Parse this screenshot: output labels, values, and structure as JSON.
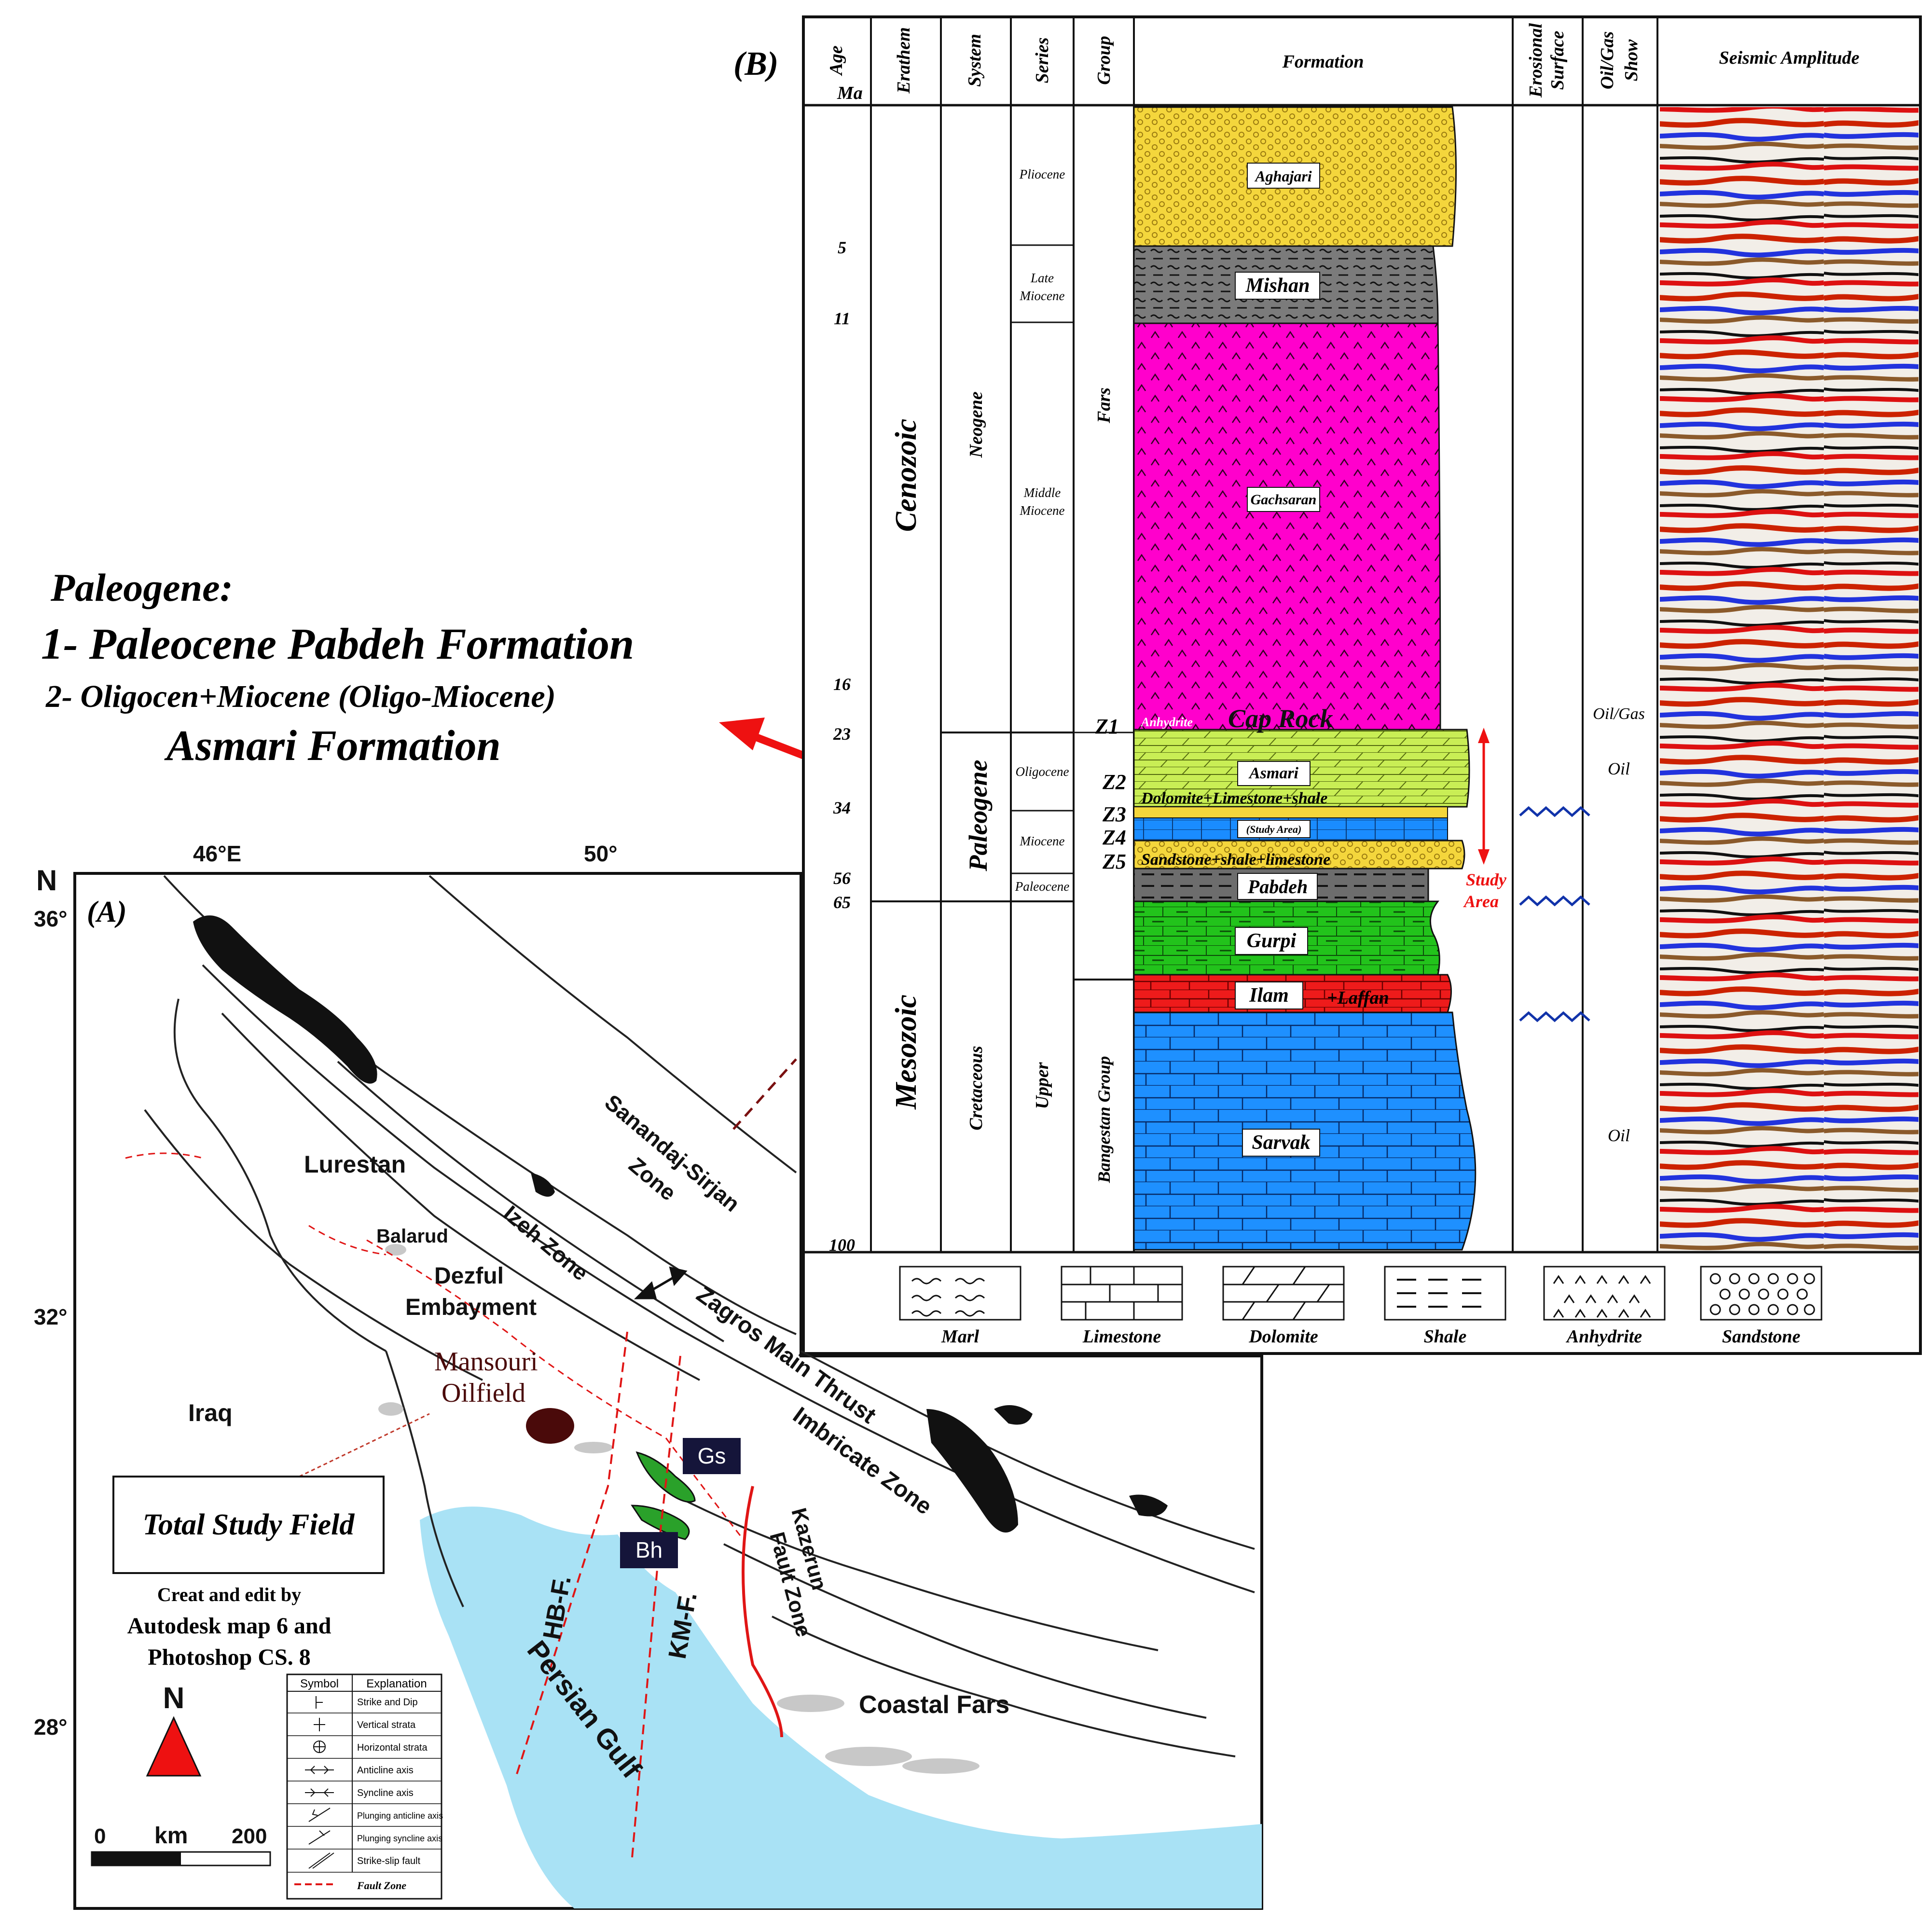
{
  "colors": {
    "aghajari": "#f4d63c",
    "mishan": "#7b7b7b",
    "gachsaran": "#ff00cc",
    "asmari": "#c9ee55",
    "study_blue": "#1a8cff",
    "pabdeh": "#6d6d6d",
    "gurpi": "#22c31b",
    "ilam": "#ee1b1b",
    "sarvak": "#1e90ff",
    "gulf": "#a9e2f5",
    "arrow": "#ee1111"
  },
  "callout": {
    "line1": "Paleogene:",
    "line2": "1- Paleocene Pabdeh Formation",
    "line3": "2- Oligocen+Miocene (Oligo-Miocene)",
    "line4": "Asmari Formation"
  },
  "panel_b": {
    "label": "(B)",
    "headers": {
      "age_1": "Age",
      "age_2": "Ma",
      "erathem": "Erathem",
      "system": "System",
      "series": "Series",
      "group": "Group",
      "formation": "Formation",
      "erosional_1": "Erosional",
      "erosional_2": "Surface",
      "oilgas_1": "Oil/Gas",
      "oilgas_2": "Show",
      "seismic": "Seismic Amplitude"
    },
    "ages": [
      "5",
      "11",
      "16",
      "23",
      "34",
      "56",
      "65",
      "100"
    ],
    "erathems": {
      "cenozoic": "Cenozoic",
      "mesozoic": "Mesozoic"
    },
    "systems": {
      "neogene": "Neogene",
      "paleogene": "Paleogene",
      "cretaceous": "Cretaceous"
    },
    "series": {
      "pliocene": "Pliocene",
      "late_1": "Late",
      "late_2": "Miocene",
      "middle_1": "Middle",
      "middle_2": "Miocene",
      "oligocene": "Oligocene",
      "miocene": "Miocene",
      "paleocene": "Paleocene",
      "upper": "Upper"
    },
    "groups": {
      "fars": "Fars",
      "bangestan": "Bangestan Group"
    },
    "formations": {
      "aghajari": "Aghajari",
      "mishan": "Mishan",
      "gachsaran": "Gachsaran",
      "anhydrite": "Anhydrite",
      "caprock": "Cap Rock",
      "asmari": "Asmari",
      "dolomite_mix": "Dolomite+Limestone+shale",
      "study_area_box": "(Study Area)",
      "sandstone_mix": "Sandstone+shale+limestone",
      "pabdeh": "Pabdeh",
      "gurpi": "Gurpi",
      "ilam": "Ilam",
      "laffan": "+Laffan",
      "sarvak": "Sarvak"
    },
    "zones": {
      "z1": "Z1",
      "z2": "Z2",
      "z3": "Z3",
      "z4": "Z4",
      "z5": "Z5"
    },
    "study_area_1": "Study",
    "study_area_2": "Area",
    "shows": {
      "oilgas": "Oil/Gas",
      "oil1": "Oil",
      "oil2": "Oil"
    },
    "legend": [
      "Marl",
      "Limestone",
      "Dolomite",
      "Shale",
      "Anhydrite",
      "Sandstone"
    ]
  },
  "panel_a": {
    "label": "(A)",
    "north_top": "N",
    "lon1": "46°E",
    "lon2": "50°",
    "lat1": "36°",
    "lat2": "32°",
    "lat3": "28°",
    "regions": {
      "lurestan": "Lurestan",
      "balarud": "Balarud",
      "dezful_1": "Dezful",
      "dezful_2": "Embayment",
      "izeh": "Izeh Zone",
      "sanandaj_1": "Sanandaj-Sirjan",
      "sanandaj_2": "Zone",
      "zagros": "Zagros Main Thrust",
      "imbricate": "Imbricate Zone",
      "iraq": "Iraq",
      "mansouri_1": "Mansouri",
      "mansouri_2": "Oilfield",
      "gs": "Gs",
      "bh": "Bh",
      "kazerun_1": "Kazerun",
      "kazerun_2": "Fault Zone",
      "hbf": "HB-F.",
      "kmf": "KM-F.",
      "persian_gulf": "Persian Gulf",
      "coastal_fars": "Coastal Fars"
    },
    "total_study": "Total Study Field",
    "credit_1": "Creat and edit by",
    "credit_2": "Autodesk map 6 and",
    "credit_3": "Photoshop CS. 8",
    "north": "N",
    "scale_0": "0",
    "scale_km": "km",
    "scale_200": "200",
    "legend_header_symbol": "Symbol",
    "legend_header_expl": "Explanation",
    "legend_items": [
      "Strike and Dip",
      "Vertical strata",
      "Horizontal strata",
      "Anticline axis",
      "Syncline axis",
      "Plunging anticline axis",
      "Plunging syncline axis",
      "Strike-slip fault",
      "Fault Zone"
    ]
  }
}
